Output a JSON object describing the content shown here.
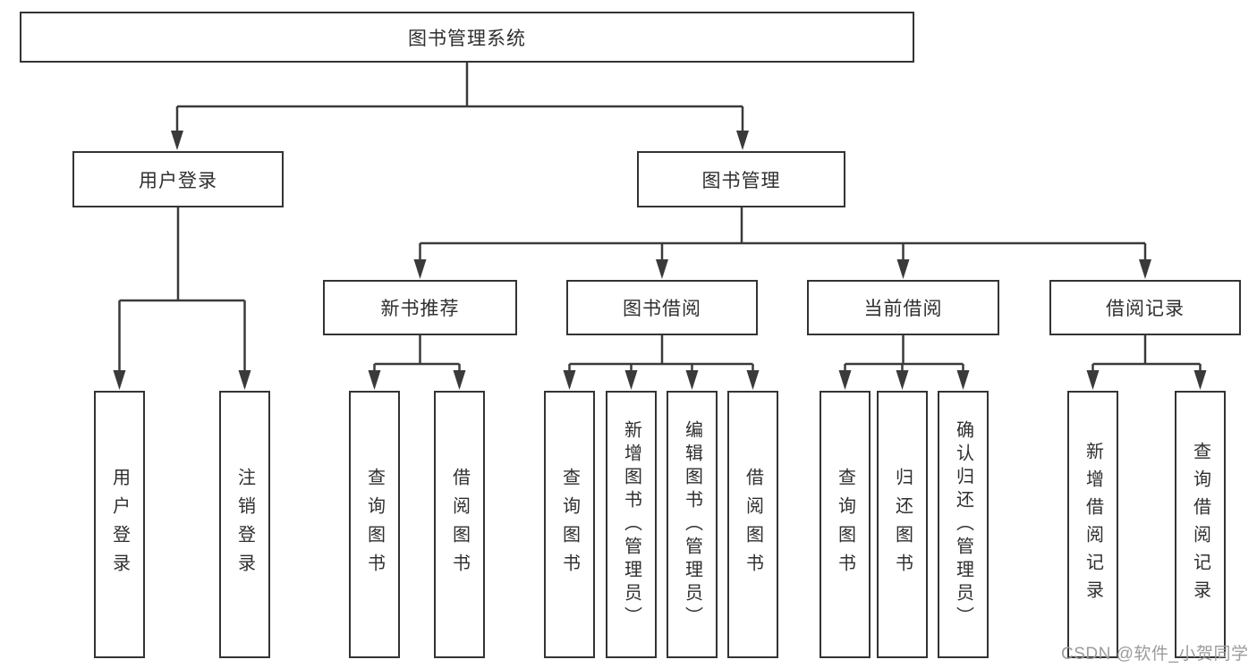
{
  "diagram": {
    "title": "图书管理系统",
    "watermark": "CSDN @软件_小贺同学",
    "colors": {
      "line": "#3a3a3a",
      "box_border": "#333333",
      "text": "#2f2f2f",
      "watermark": "#9b9b9b",
      "background": "#ffffff"
    },
    "nodes": {
      "root": "图书管理系统",
      "userLoginBranch": "用户登录",
      "bookManagementBranch": "图书管理",
      "newBookRecommend": "新书推荐",
      "bookBorrow": "图书借阅",
      "currentBorrow": "当前借阅",
      "borrowRecords": "借阅记录",
      "leafUserLogin": "用户登录",
      "leafLogout": "注销登录",
      "leafRecQueryBooks": "查询图书",
      "leafRecBorrowBooks": "借阅图书",
      "leafBorQueryBooks": "查询图书",
      "leafBorAddBooksAdmin": "新增图书（管理员）",
      "leafBorEditBooksAdmin": "编辑图书（管理员）",
      "leafBorBorrowBooks": "借阅图书",
      "leafCurQueryBooks": "查询图书",
      "leafCurReturnBooks": "归还图书",
      "leafCurConfirmReturnAdmin": "确认归还（管理员）",
      "leafRecordsAdd": "新增借阅记录",
      "leafRecordsQuery": "查询借阅记录"
    }
  }
}
